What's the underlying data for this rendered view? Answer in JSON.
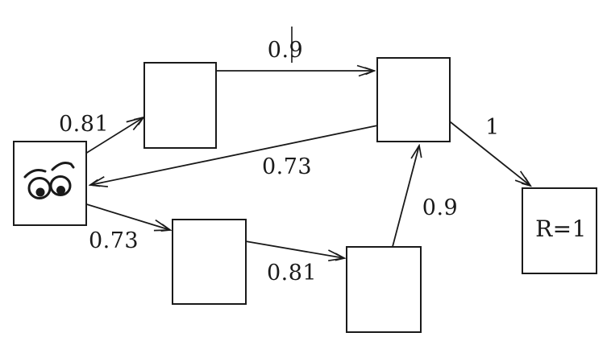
{
  "diagram": {
    "description": "State transition diagram with six square states, an agent state marked with cartoon eyes, discounted-value transition labels, and an absorbing reward state",
    "ink_color": "#1a1a1a",
    "background_color": "#ffffff",
    "nodes": [
      {
        "id": "agent-state",
        "label": "",
        "icon": "googly-eyes-icon"
      },
      {
        "id": "top-middle-state",
        "label": ""
      },
      {
        "id": "top-right-state",
        "label": ""
      },
      {
        "id": "bottom-middle-state",
        "label": ""
      },
      {
        "id": "bottom-right-state",
        "label": ""
      },
      {
        "id": "reward-state",
        "label": "R=1"
      }
    ],
    "edges": [
      {
        "from": "agent-state",
        "to": "top-middle-state",
        "label": "0.81"
      },
      {
        "from": "top-middle-state",
        "to": "top-right-state",
        "label": "0.9"
      },
      {
        "from": "top-right-state",
        "to": "agent-state",
        "label": "0.73"
      },
      {
        "from": "agent-state",
        "to": "bottom-middle-state",
        "label": "0.73"
      },
      {
        "from": "bottom-middle-state",
        "to": "bottom-right-state",
        "label": "0.81"
      },
      {
        "from": "bottom-right-state",
        "to": "top-right-state",
        "label": "0.9"
      },
      {
        "from": "top-right-state",
        "to": "reward-state",
        "label": "1"
      }
    ]
  }
}
